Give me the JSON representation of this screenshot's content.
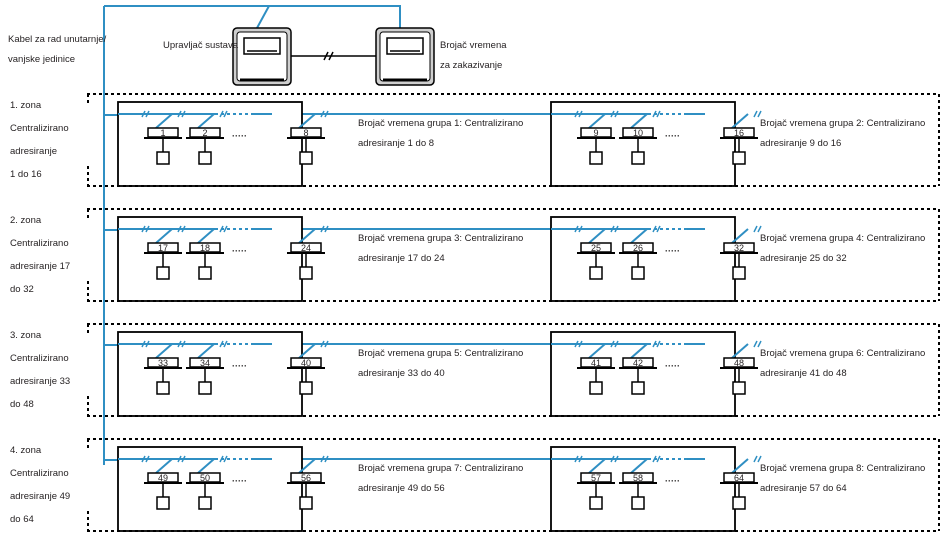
{
  "colors": {
    "wire": "#2f8fc3",
    "line": "#000000",
    "text": "#231f20"
  },
  "cable_label": [
    "Kabel za rad unutarnje/",
    "vanjske jedinice"
  ],
  "system_controller": {
    "label": "Upravljač sustava",
    "icon": "controller-icon"
  },
  "schedule_timer": {
    "label": [
      "Brojač vremena",
      "za zakazivanje"
    ],
    "icon": "timer-icon"
  },
  "ellipsis": "·····",
  "zones": [
    {
      "label": [
        "1. zona",
        "Centralizirano",
        "adresiranje",
        "1 do 16"
      ],
      "groups": [
        {
          "units": [
            "1",
            "2",
            "8"
          ],
          "label": [
            "Brojač vremena grupa 1: Centralizirano",
            "adresiranje 1 do 8"
          ]
        },
        {
          "units": [
            "9",
            "10",
            "16"
          ],
          "label": [
            "Brojač vremena grupa 2: Centralizirano",
            "adresiranje 9 do 16"
          ]
        }
      ]
    },
    {
      "label": [
        "2. zona",
        "Centralizirano",
        "adresiranje 17",
        "do 32"
      ],
      "groups": [
        {
          "units": [
            "17",
            "18",
            "24"
          ],
          "label": [
            "Brojač vremena grupa 3: Centralizirano",
            "adresiranje 17 do 24"
          ]
        },
        {
          "units": [
            "25",
            "26",
            "32"
          ],
          "label": [
            "Brojač vremena grupa 4: Centralizirano",
            "adresiranje 25 do 32"
          ]
        }
      ]
    },
    {
      "label": [
        "3. zona",
        "Centralizirano",
        "adresiranje 33",
        "do 48"
      ],
      "groups": [
        {
          "units": [
            "33",
            "34",
            "40"
          ],
          "label": [
            "Brojač vremena grupa 5: Centralizirano",
            "adresiranje 33 do 40"
          ]
        },
        {
          "units": [
            "41",
            "42",
            "48"
          ],
          "label": [
            "Brojač vremena grupa 6: Centralizirano",
            "adresiranje 41 do 48"
          ]
        }
      ]
    },
    {
      "label": [
        "4. zona",
        "Centralizirano",
        "adresiranje 49",
        "do 64"
      ],
      "groups": [
        {
          "units": [
            "49",
            "50",
            "56"
          ],
          "label": [
            "Brojač vremena grupa 7: Centralizirano",
            "adresiranje 49 do 56"
          ]
        },
        {
          "units": [
            "57",
            "58",
            "64"
          ],
          "label": [
            "Brojač vremena grupa 8: Centralizirano",
            "adresiranje 57 do 64"
          ]
        }
      ]
    }
  ]
}
